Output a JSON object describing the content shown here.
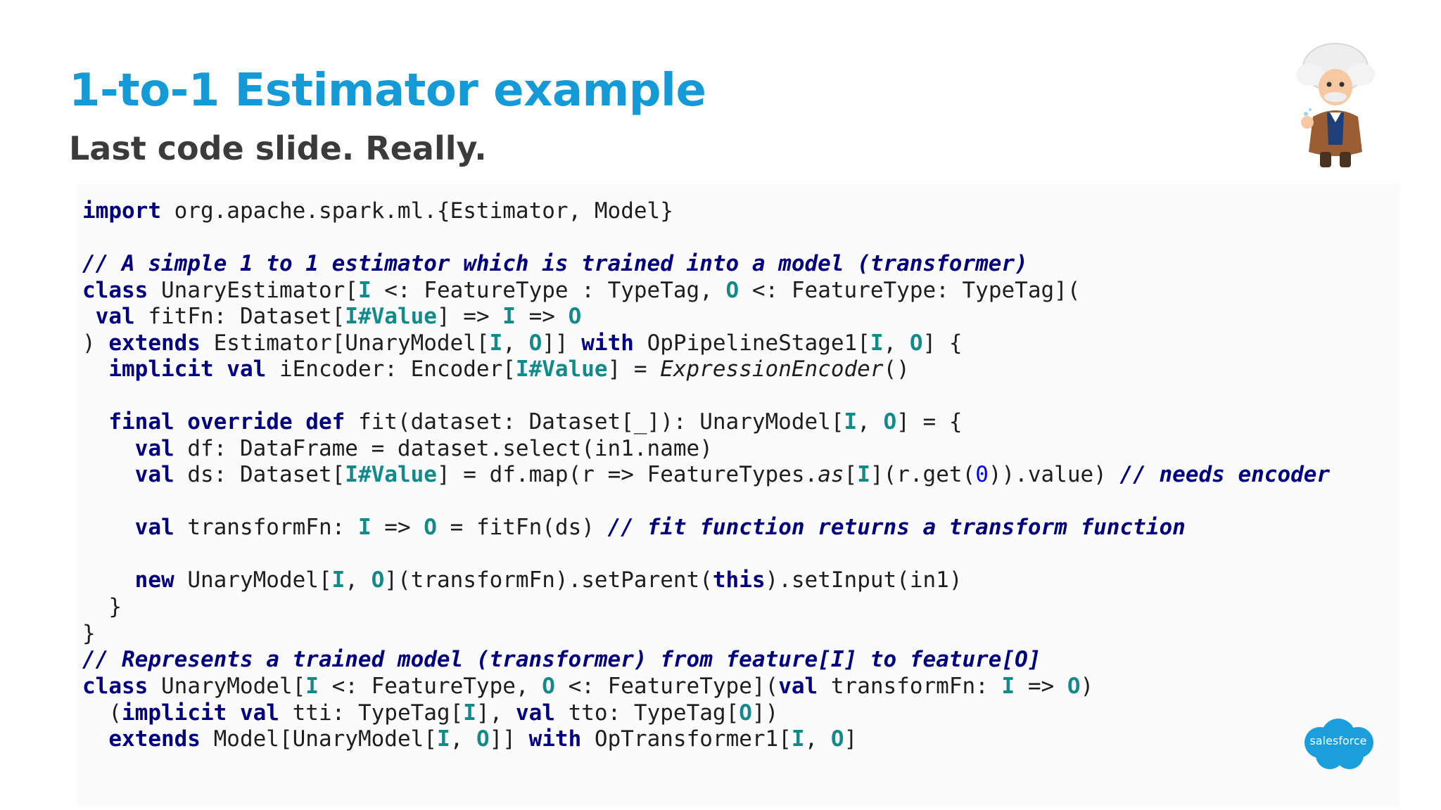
{
  "slide": {
    "title": "1-to-1 Estimator example",
    "subtitle": "Last code slide. Really.",
    "logo_text": "salesforce",
    "colors": {
      "title": "#149ad6",
      "subtitle": "#3b3b3b",
      "keyword": "#000080",
      "type_param": "#138a8a",
      "comment": "#000080",
      "number": "#0000ff",
      "logo": "#1a9fdc"
    },
    "icons": [
      "einstein-mascot",
      "salesforce-cloud-logo"
    ]
  },
  "code": [
    [
      [
        "kw",
        "import"
      ],
      [
        "tx",
        " org.apache.spark.ml.{Estimator, Model}"
      ]
    ],
    [],
    [
      [
        "cm",
        "// A simple 1 to 1 estimator which is trained into a model (transformer)"
      ]
    ],
    [
      [
        "kw",
        "class"
      ],
      [
        "tx",
        " UnaryEstimator["
      ],
      [
        "ty",
        "I"
      ],
      [
        "tx",
        " <: FeatureType : TypeTag, "
      ],
      [
        "ty",
        "O"
      ],
      [
        "tx",
        " <: FeatureType: TypeTag]("
      ]
    ],
    [
      [
        "tx",
        " "
      ],
      [
        "kw",
        "val"
      ],
      [
        "tx",
        " fitFn: Dataset["
      ],
      [
        "ty",
        "I#Value"
      ],
      [
        "tx",
        "] => "
      ],
      [
        "ty",
        "I"
      ],
      [
        "tx",
        " => "
      ],
      [
        "ty",
        "O"
      ]
    ],
    [
      [
        "tx",
        ") "
      ],
      [
        "kw",
        "extends"
      ],
      [
        "tx",
        " Estimator[UnaryModel["
      ],
      [
        "ty",
        "I"
      ],
      [
        "tx",
        ", "
      ],
      [
        "ty",
        "O"
      ],
      [
        "tx",
        "]] "
      ],
      [
        "kw",
        "with"
      ],
      [
        "tx",
        " OpPipelineStage1["
      ],
      [
        "ty",
        "I"
      ],
      [
        "tx",
        ", "
      ],
      [
        "ty",
        "O"
      ],
      [
        "tx",
        "] {"
      ]
    ],
    [
      [
        "tx",
        "  "
      ],
      [
        "kw",
        "implicit val"
      ],
      [
        "tx",
        " iEncoder: Encoder["
      ],
      [
        "ty",
        "I#Value"
      ],
      [
        "tx",
        "] = "
      ],
      [
        "it",
        "ExpressionEncoder"
      ],
      [
        "tx",
        "()"
      ]
    ],
    [],
    [
      [
        "tx",
        "  "
      ],
      [
        "kw",
        "final override def"
      ],
      [
        "tx",
        " fit(dataset: Dataset[_]): UnaryModel["
      ],
      [
        "ty",
        "I"
      ],
      [
        "tx",
        ", "
      ],
      [
        "ty",
        "O"
      ],
      [
        "tx",
        "] = {"
      ]
    ],
    [
      [
        "tx",
        "    "
      ],
      [
        "kw",
        "val"
      ],
      [
        "tx",
        " df: DataFrame = dataset.select(in1.name)"
      ]
    ],
    [
      [
        "tx",
        "    "
      ],
      [
        "kw",
        "val"
      ],
      [
        "tx",
        " ds: Dataset["
      ],
      [
        "ty",
        "I#Value"
      ],
      [
        "tx",
        "] = df.map(r => FeatureTypes."
      ],
      [
        "it",
        "as"
      ],
      [
        "tx",
        "["
      ],
      [
        "ty",
        "I"
      ],
      [
        "tx",
        "](r.get("
      ],
      [
        "nm",
        "0"
      ],
      [
        "tx",
        ")).value) "
      ],
      [
        "cm",
        "// needs encoder"
      ]
    ],
    [],
    [
      [
        "tx",
        "    "
      ],
      [
        "kw",
        "val"
      ],
      [
        "tx",
        " transformFn: "
      ],
      [
        "ty",
        "I"
      ],
      [
        "tx",
        " => "
      ],
      [
        "ty",
        "O"
      ],
      [
        "tx",
        " = fitFn(ds) "
      ],
      [
        "cm",
        "// fit function returns a transform function"
      ]
    ],
    [],
    [
      [
        "tx",
        "    "
      ],
      [
        "kw",
        "new"
      ],
      [
        "tx",
        " UnaryModel["
      ],
      [
        "ty",
        "I"
      ],
      [
        "tx",
        ", "
      ],
      [
        "ty",
        "O"
      ],
      [
        "tx",
        "](transformFn).setParent("
      ],
      [
        "kw",
        "this"
      ],
      [
        "tx",
        ").setInput(in1)"
      ]
    ],
    [
      [
        "tx",
        "  }"
      ]
    ],
    [
      [
        "tx",
        "}"
      ]
    ],
    [
      [
        "cm",
        "// Represents a trained model (transformer) from feature[I] to feature[O]"
      ]
    ],
    [
      [
        "kw",
        "class"
      ],
      [
        "tx",
        " UnaryModel["
      ],
      [
        "ty",
        "I"
      ],
      [
        "tx",
        " <: FeatureType, "
      ],
      [
        "ty",
        "O"
      ],
      [
        "tx",
        " <: FeatureType]("
      ],
      [
        "kw",
        "val"
      ],
      [
        "tx",
        " transformFn: "
      ],
      [
        "ty",
        "I"
      ],
      [
        "tx",
        " => "
      ],
      [
        "ty",
        "O"
      ],
      [
        "tx",
        ")"
      ]
    ],
    [
      [
        "tx",
        "  ("
      ],
      [
        "kw",
        "implicit val"
      ],
      [
        "tx",
        " tti: TypeTag["
      ],
      [
        "ty",
        "I"
      ],
      [
        "tx",
        "], "
      ],
      [
        "kw",
        "val"
      ],
      [
        "tx",
        " tto: TypeTag["
      ],
      [
        "ty",
        "O"
      ],
      [
        "tx",
        "])"
      ]
    ],
    [
      [
        "tx",
        "  "
      ],
      [
        "kw",
        "extends"
      ],
      [
        "tx",
        " Model[UnaryModel["
      ],
      [
        "ty",
        "I"
      ],
      [
        "tx",
        ", "
      ],
      [
        "ty",
        "O"
      ],
      [
        "tx",
        "]] "
      ],
      [
        "kw",
        "with"
      ],
      [
        "tx",
        " OpTransformer1["
      ],
      [
        "ty",
        "I"
      ],
      [
        "tx",
        ", "
      ],
      [
        "ty",
        "O"
      ],
      [
        "tx",
        "]"
      ]
    ]
  ]
}
